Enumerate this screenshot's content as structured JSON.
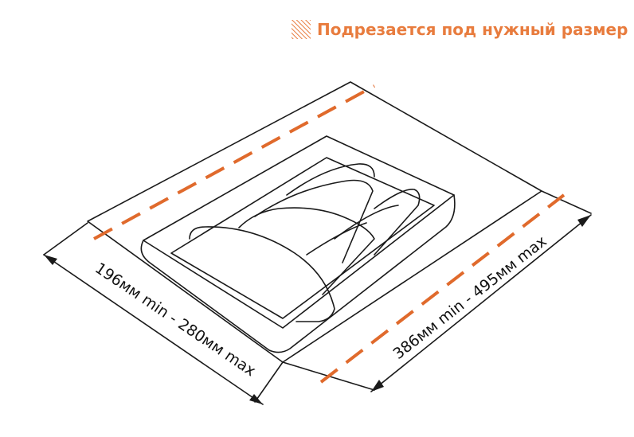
{
  "legend": {
    "label": "Подрезается под нужный размер",
    "swatch_icon": "diagonal-hatch-icon",
    "color": "#e87c3e"
  },
  "dimensions": {
    "width_label": "196мм min - 280мм max",
    "depth_label": "386мм min - 495мм max"
  },
  "colors": {
    "outline": "#1a1a1a",
    "cut_line": "#e06a2c"
  }
}
